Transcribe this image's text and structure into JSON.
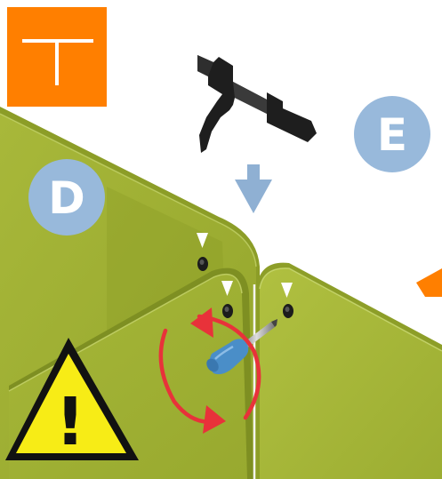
{
  "diagram": {
    "step_badges": {
      "left_label": "D",
      "right_label": "E"
    },
    "icons": {
      "connector_type": "t-connector-icon",
      "connector_bracket": "t-bracket-part",
      "direction_arrow": "down-arrow-icon",
      "rotation_arrow": "rotate-arrow-icon",
      "tool": "screwdriver-icon",
      "warning": "warning-icon"
    },
    "warning": {
      "symbol": "!"
    },
    "screw_markers_count": 3,
    "colors": {
      "icon_orange": "#ff7f00",
      "panel_green": "#a2b336",
      "panel_green_dark": "#7e8f22",
      "badge_blue": "#98b9db",
      "arrow_blue": "#8fb0d3",
      "rotation_red": "#e8323a",
      "warning_yellow": "#f7ec16",
      "bracket_black": "#1e1e1e",
      "screwdriver_blue": "#4a8ec8",
      "side_teal": "#3d7a70"
    }
  }
}
